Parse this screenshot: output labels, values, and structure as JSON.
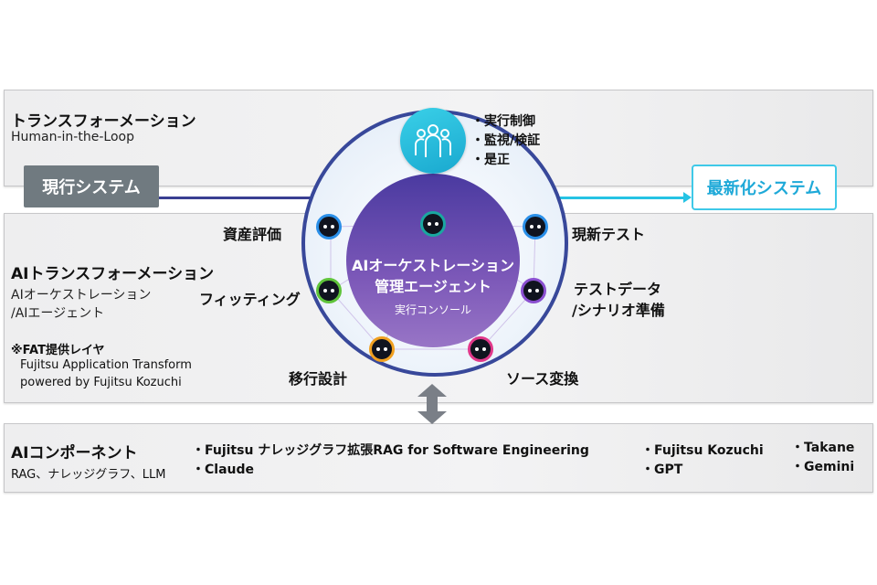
{
  "top_band": {
    "title": "トランスフォーメーション",
    "subtitle": "Human-in-the-Loop"
  },
  "current_system": "現行システム",
  "new_system": "最新化システム",
  "human_roles": [
    "・実行制御",
    "・監視/検証",
    "・是正"
  ],
  "mid_band": {
    "title": "AIトランスフォーメーション",
    "lines": [
      "AIオーケストレーション",
      "/AIエージェント"
    ],
    "fat_title": "※FAT提供レイヤ",
    "fat_lines": [
      "Fujitsu Application Transform",
      "powered by Fujitsu Kozuchi"
    ]
  },
  "center": {
    "title_line1": "AIオーケストレーション",
    "title_line2": "管理エージェント",
    "subtitle": "実行コンソール"
  },
  "tasks": {
    "asset_eval": "資産評価",
    "fitting": "フィッティング",
    "migration_design": "移行設計",
    "current_new_test": "現新テスト",
    "testdata_line1": "テストデータ",
    "testdata_line2": "/シナリオ準備",
    "source_conversion": "ソース変換"
  },
  "agent_colors": {
    "center": "#1aa7a0",
    "asset_eval": "#2a8fe8",
    "fitting": "#5fc43a",
    "migration_design": "#f0a020",
    "current_new_test": "#2a8fe8",
    "testdata": "#8a4fd0",
    "source_conversion": "#e0388a"
  },
  "bottom_band": {
    "title": "AIコンポーネント",
    "subtitle": "RAG、ナレッジグラフ、LLM",
    "col1": [
      "・Fujitsu ナレッジグラフ拡張RAG for Software Engineering",
      "・Claude"
    ],
    "col2": [
      "・Fujitsu Kozuchi",
      "・GPT"
    ],
    "col3": [
      "・Takane",
      "・Gemini"
    ]
  }
}
